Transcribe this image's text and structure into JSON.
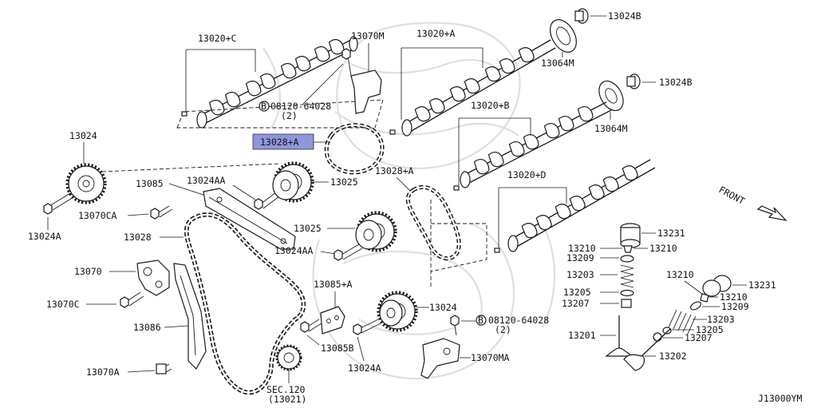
{
  "figure_code": "J13000YM",
  "front_label": "FRONT",
  "highlight_color": "#8f96dc",
  "watermark": "ornamental-crest",
  "labels": {
    "p13020C": "13020+C",
    "p13070M": "13070M",
    "p13020A": "13020+A",
    "p13024B_1": "13024B",
    "p13064M_1": "13064M",
    "p13024B_2": "13024B",
    "p13064M_2": "13064M",
    "bolt08120_top": "08120-64028",
    "bolt08120_top_qty": "(2)",
    "p13028A_hl": "13028+A",
    "p13020B": "13020+B",
    "p13024": "13024",
    "p13085": "13085",
    "p13024AA_1": "13024AA",
    "p13025_1": "13025",
    "p13028A_2": "13028+A",
    "p13020D": "13020+D",
    "p13070CA": "13070CA",
    "p13024A": "13024A",
    "p13028": "13028",
    "p13025_2": "13025",
    "p13024AA_2": "13024AA",
    "p13070": "13070",
    "p13085A": "13085+A",
    "p13070C": "13070C",
    "p13086": "13086",
    "p13085B": "13085B",
    "p13024_2": "13024",
    "bolt08120_bot": "08120-64028",
    "bolt08120_bot_qty": "(2)",
    "p13070MA": "13070MA",
    "p13024A_2": "13024A",
    "p13070A": "13070A",
    "sec120": "SEC.120",
    "sec120_ref": "(13021)",
    "p13231_1": "13231",
    "p13210_1": "13210",
    "p13210_2": "13210",
    "p13209_1": "13209",
    "p13203_1": "13203",
    "p13205_1": "13205",
    "p13207_1": "13207",
    "p13201": "13201",
    "p13210_3": "13210",
    "p13231_2": "13231",
    "p13210_4": "13210",
    "p13209_2": "13209",
    "p13203_2": "13203",
    "p13205_2": "13205",
    "p13207_2": "13207",
    "p13202": "13202",
    "bolt_marker": "B"
  }
}
